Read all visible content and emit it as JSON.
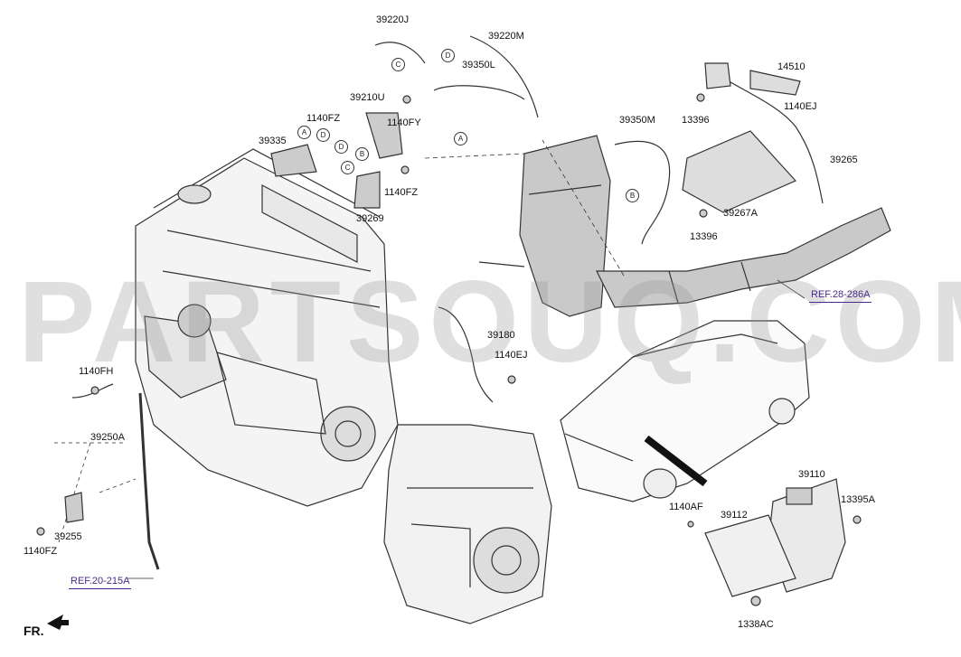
{
  "watermark": "PARTSOUQ.COM",
  "colors": {
    "part_number": "#111111",
    "reference_link": "#4b2a8c",
    "line_art": "#333333",
    "part_fill": "#c9c9c9"
  },
  "part_labels": {
    "p39220J": "39220J",
    "p39220M": "39220M",
    "p39350L": "39350L",
    "p39210U": "39210U",
    "p1140FZ_top": "1140FZ",
    "p1140FY": "1140FY",
    "p39335": "39335",
    "p1140FZ_mid": "1140FZ",
    "p39269": "39269",
    "p39350M": "39350M",
    "p14510": "14510",
    "p13396_top": "13396",
    "p1140EJ_top": "1140EJ",
    "p39265": "39265",
    "p39267A": "39267A",
    "p13396_bot": "13396",
    "p39180": "39180",
    "p1140EJ_mid": "1140EJ",
    "p1140FH": "1140FH",
    "p39250A": "39250A",
    "p39255": "39255",
    "p1140FZ_bot": "1140FZ",
    "p39110": "39110",
    "p13395A": "13395A",
    "p1140AF": "1140AF",
    "p39112": "39112",
    "p1338AC": "1338AC"
  },
  "references": {
    "ref28": "REF.28-286A",
    "ref20": "REF.20-215A"
  },
  "callouts": {
    "c1": "C",
    "c2": "D",
    "c3": "A",
    "c4": "D",
    "c5": "A",
    "c6": "D",
    "c7": "B",
    "c8": "C",
    "c9": "B"
  },
  "direction": "FR."
}
